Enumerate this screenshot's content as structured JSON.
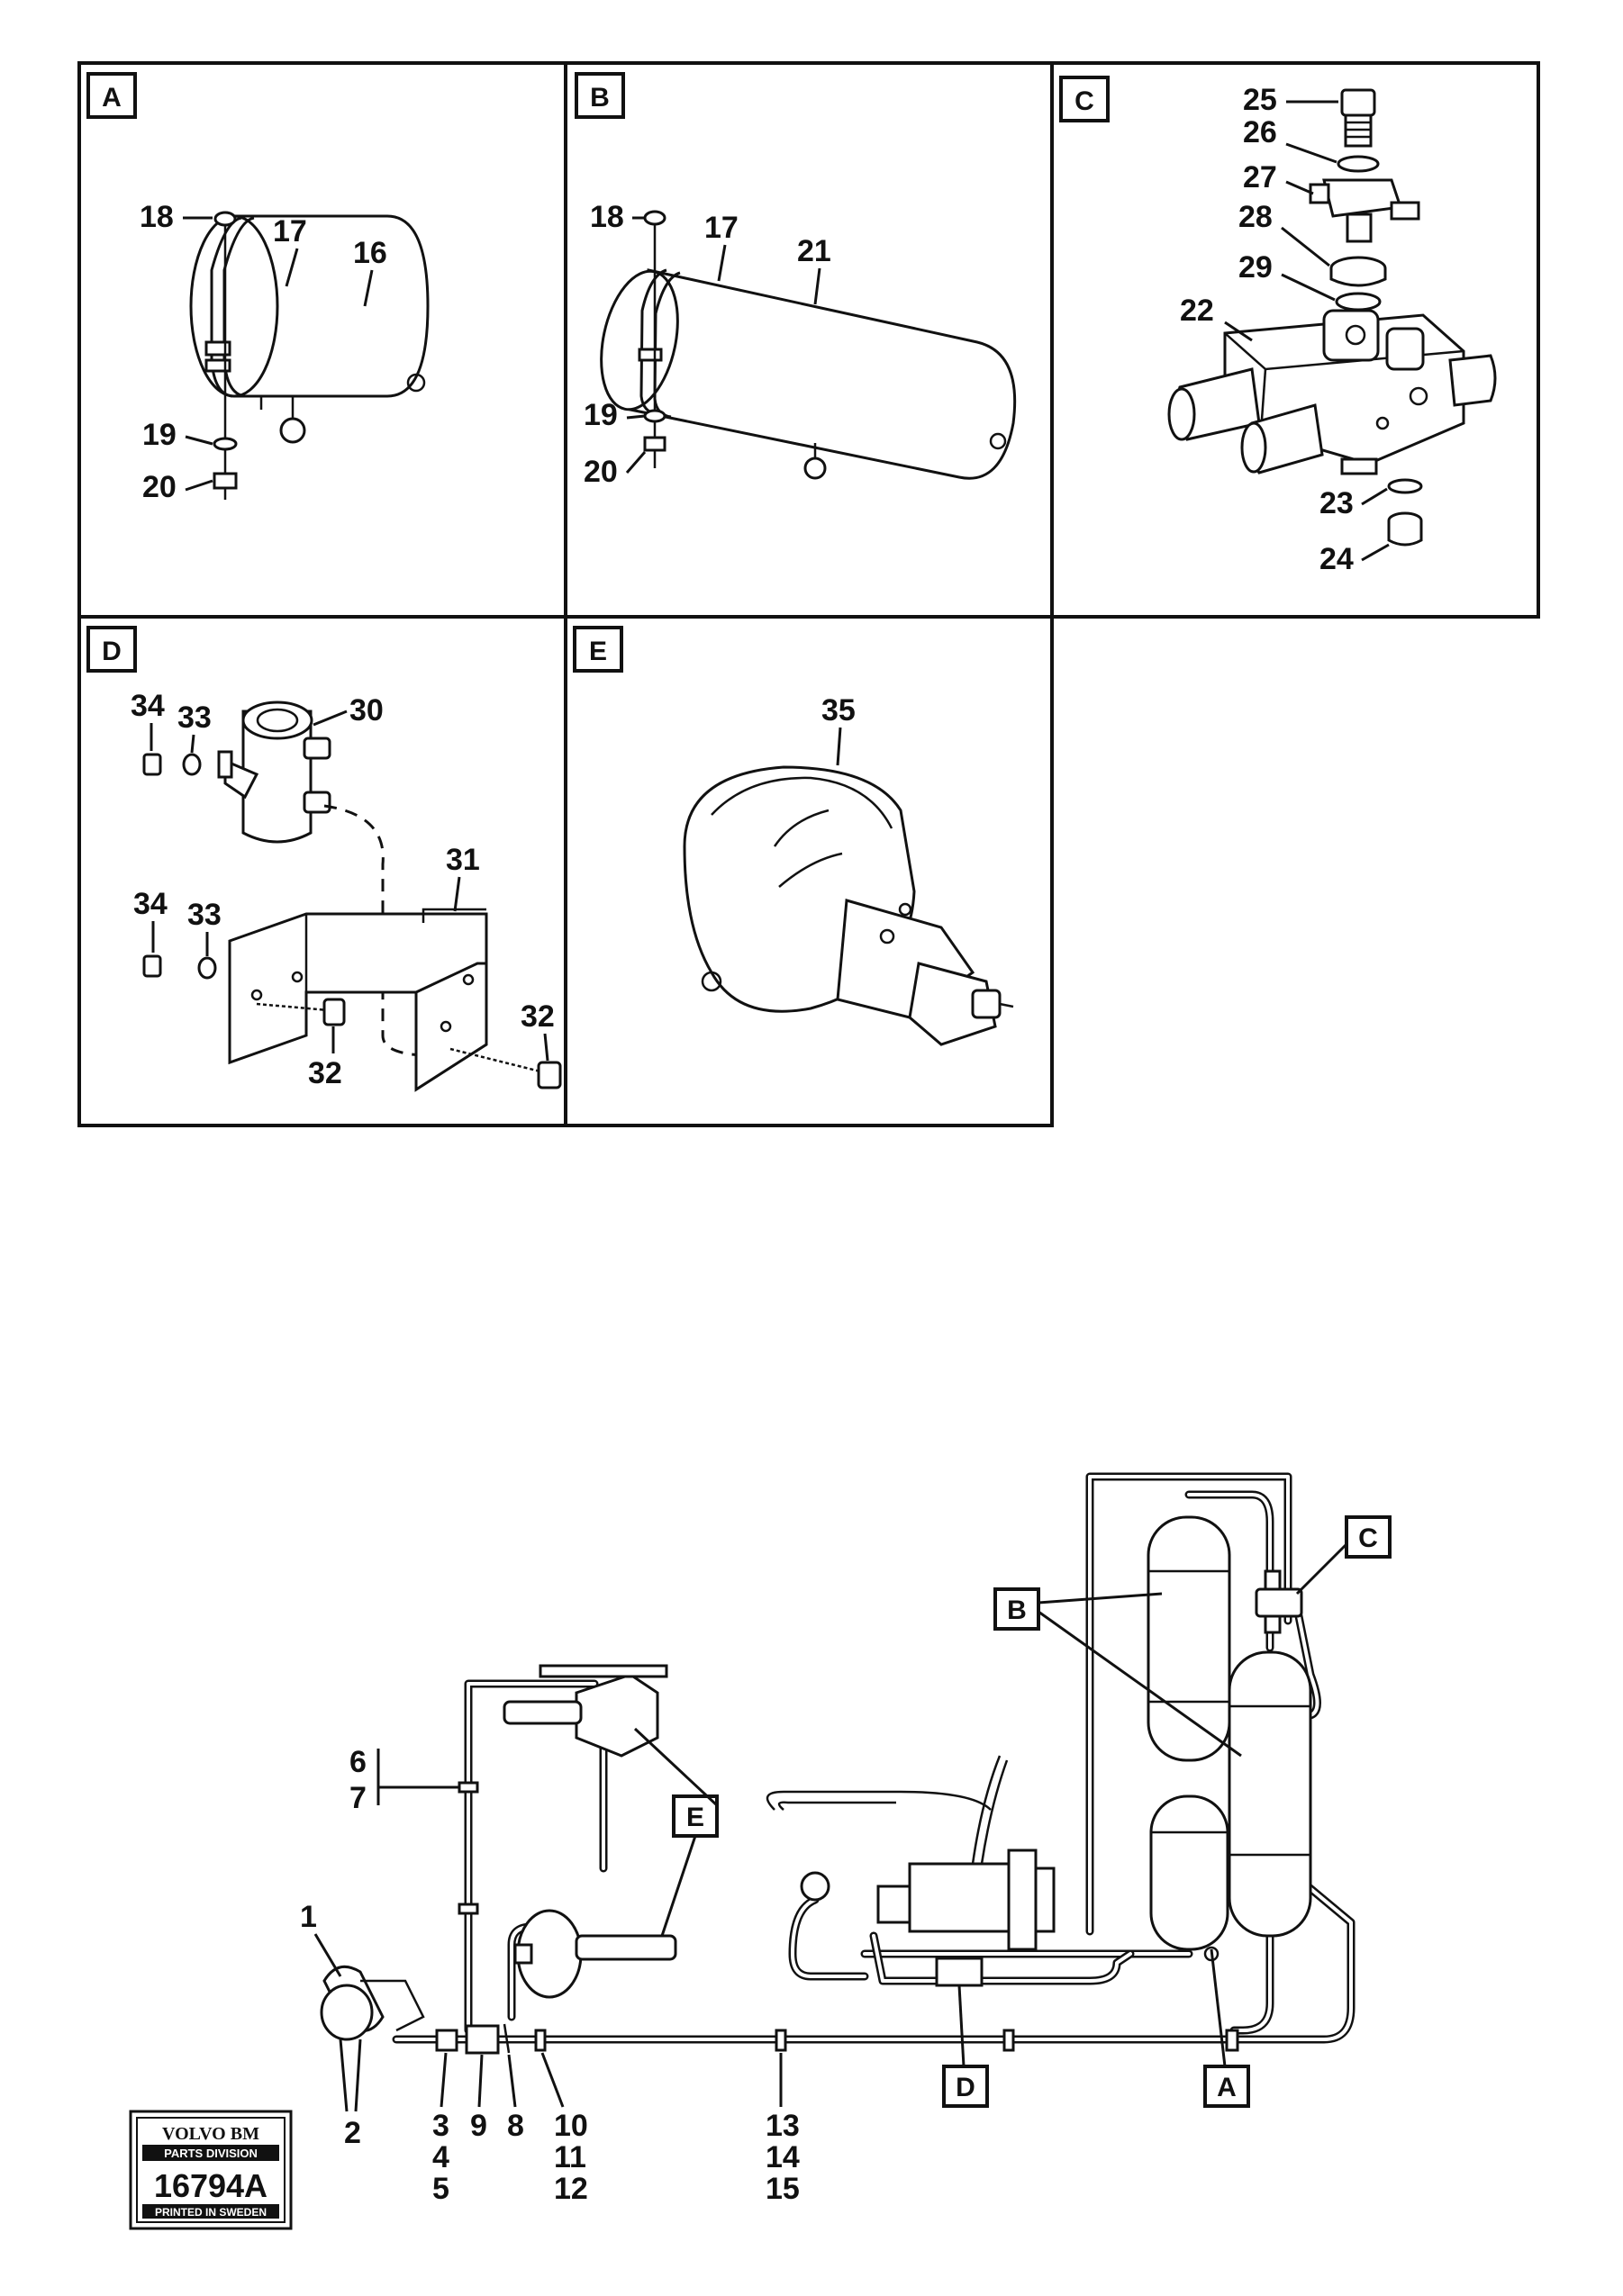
{
  "panels": [
    {
      "letter": "A"
    },
    {
      "letter": "B"
    },
    {
      "letter": "C"
    },
    {
      "letter": "D"
    },
    {
      "letter": "E"
    }
  ],
  "callouts": {
    "panel_a": [
      "18",
      "17",
      "16",
      "19",
      "20"
    ],
    "panel_b": [
      "18",
      "17",
      "21",
      "19",
      "20"
    ],
    "panel_c": [
      "25",
      "26",
      "27",
      "28",
      "29",
      "22",
      "23",
      "24"
    ],
    "panel_d": [
      "34",
      "33",
      "30",
      "31",
      "34",
      "33",
      "32",
      "32"
    ],
    "panel_e": [
      "35"
    ],
    "overview": [
      "1",
      "2",
      "6",
      "7",
      "3",
      "4",
      "5",
      "9",
      "8",
      "10",
      "11",
      "12",
      "13",
      "14",
      "15"
    ]
  },
  "overview_markers": [
    "B",
    "C",
    "E",
    "D",
    "A"
  ],
  "stamp": {
    "brand": "VOLVO BM",
    "division": "PARTS DIVISION",
    "number": "16794A",
    "printed": "PRINTED IN SWEDEN"
  }
}
